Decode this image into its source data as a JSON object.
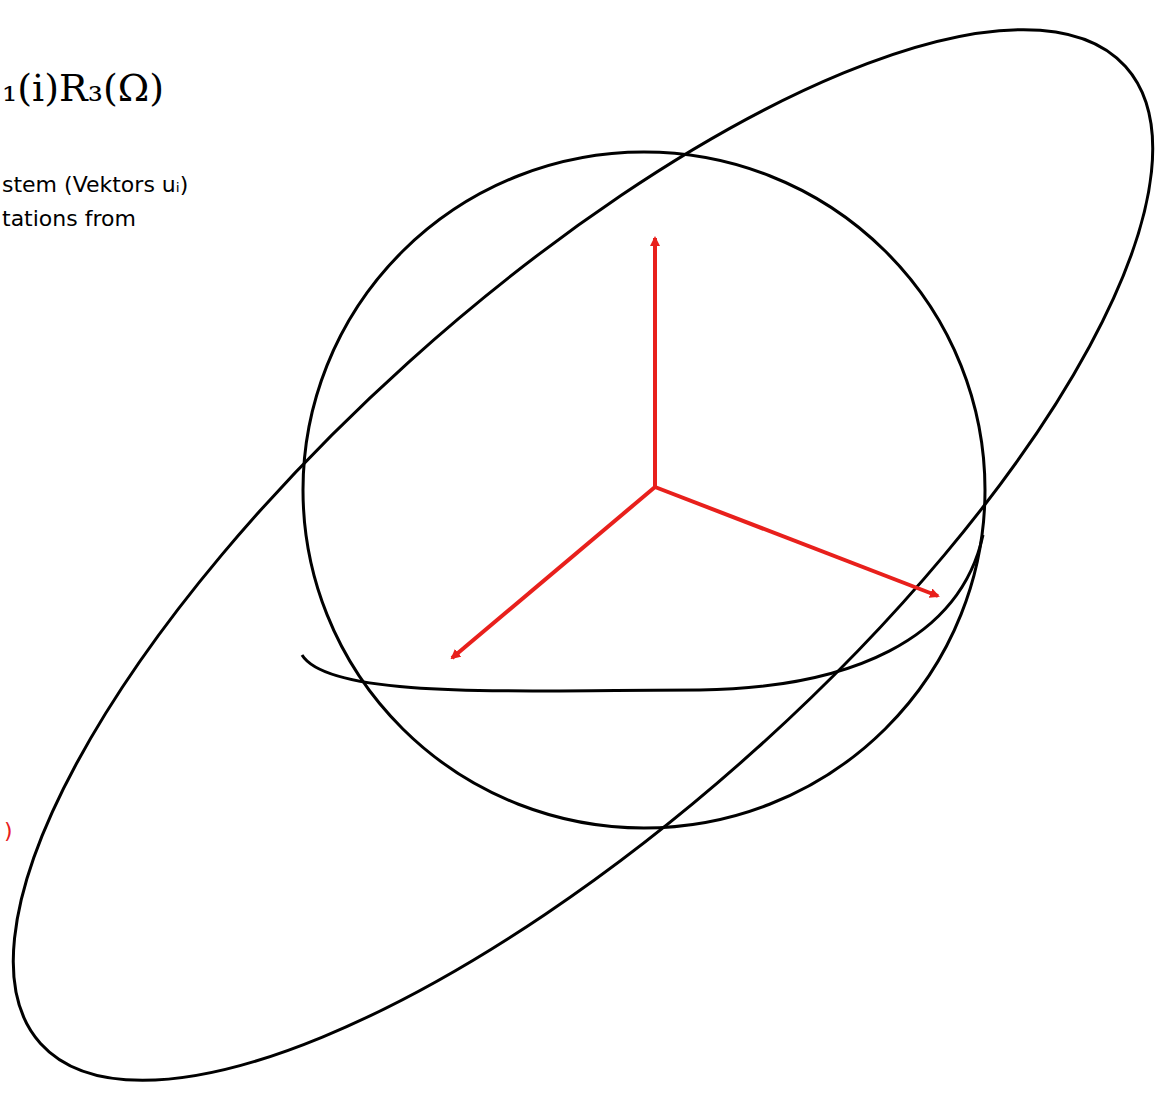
{
  "diagram": {
    "labels": [
      "₁(i)R₃(Ω)",
      "stem (Vektors uᵢ)",
      "tations from",
      ")"
    ]
  }
}
